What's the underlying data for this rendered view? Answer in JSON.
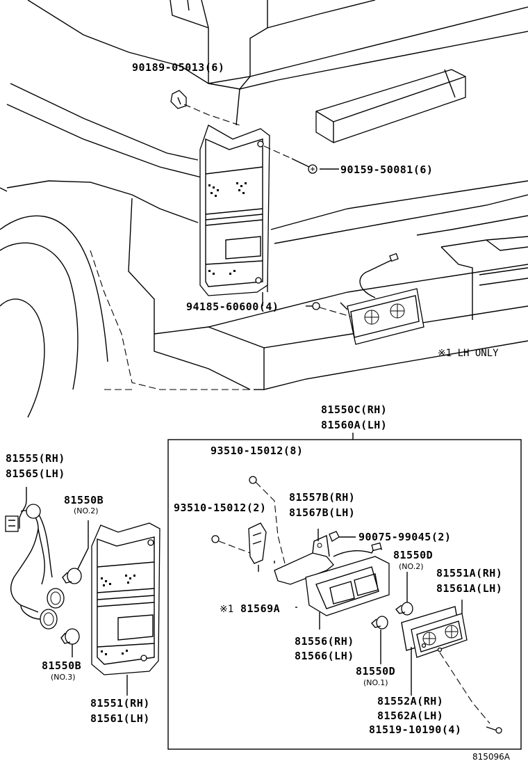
{
  "diagram": {
    "figure_code": "815096A",
    "note_lh_only": "※1  LH ONLY",
    "labels": {
      "bolt_top": "90189-05013(6)",
      "screw_lamp": "90159-50081(6)",
      "nut_plate": "94185-60600(4)",
      "assy_rh": "81550C(RH)",
      "assy_lh": "81560A(LH)",
      "wire_rh": "81555(RH)",
      "wire_lh": "81565(LH)",
      "bulb_b_top": "81550B",
      "bulb_b_top_sub": "(NO.2)",
      "bulb_b_bottom": "81550B",
      "bulb_b_bottom_sub": "(NO.3)",
      "lens_rh": "81551(RH)",
      "lens_lh": "81561(LH)",
      "screw_8": "93510-15012(8)",
      "screw_2": "93510-15012(2)",
      "bracket_rh": "81557B(RH)",
      "bracket_lh": "81567B(LH)",
      "clip": "90075-99045(2)",
      "bulb_d_top": "81550D",
      "bulb_d_top_sub": "(NO.2)",
      "plate_lens_rh": "81551A(RH)",
      "plate_lens_lh": "81561A(LH)",
      "note_mark": "※1",
      "holder": "81569A",
      "housing_rh": "81556(RH)",
      "housing_lh": "81566(LH)",
      "bulb_d_bottom": "81550D",
      "bulb_d_bottom_sub": "(NO.1)",
      "gasket_rh": "81552A(RH)",
      "gasket_lh": "81562A(LH)",
      "screw_4": "81519-10190(4)"
    }
  }
}
